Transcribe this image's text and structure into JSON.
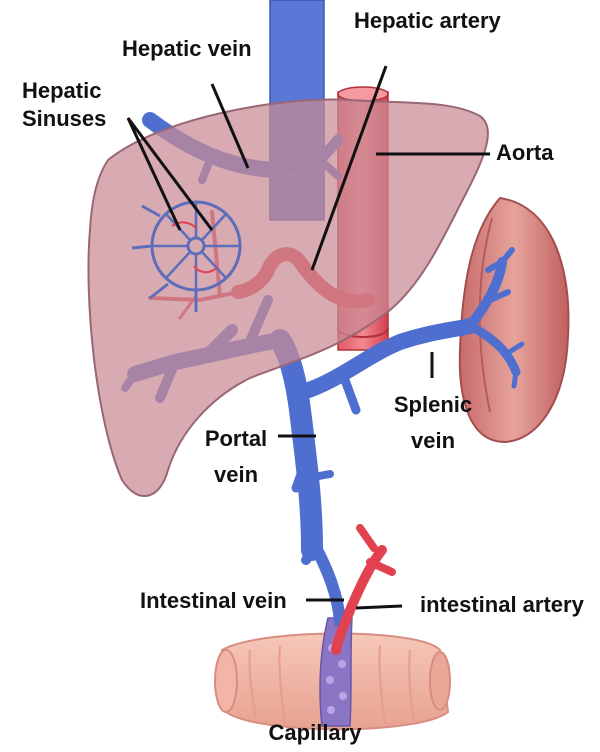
{
  "labels": {
    "hepatic_vein": "Hepatic vein",
    "hepatic_artery": "Hepatic artery",
    "hepatic_sinuses_line1": "Hepatic",
    "hepatic_sinuses_line2": "Sinuses",
    "aorta": "Aorta",
    "splenic_vein_line1": "Splenic",
    "splenic_vein_line2": "vein",
    "portal_vein_line1": "Portal",
    "portal_vein_line2": "vein",
    "intestinal_vein": "Intestinal vein",
    "intestinal_artery": "intestinal artery",
    "capillary": "Capillary"
  },
  "colors": {
    "liver": "#c98a94",
    "vein_blue": "#4f6fd0",
    "artery_red": "#e2424f",
    "spleen": "#c86e6e",
    "intestine": "#f0b6a6",
    "leader_line": "#111111"
  }
}
